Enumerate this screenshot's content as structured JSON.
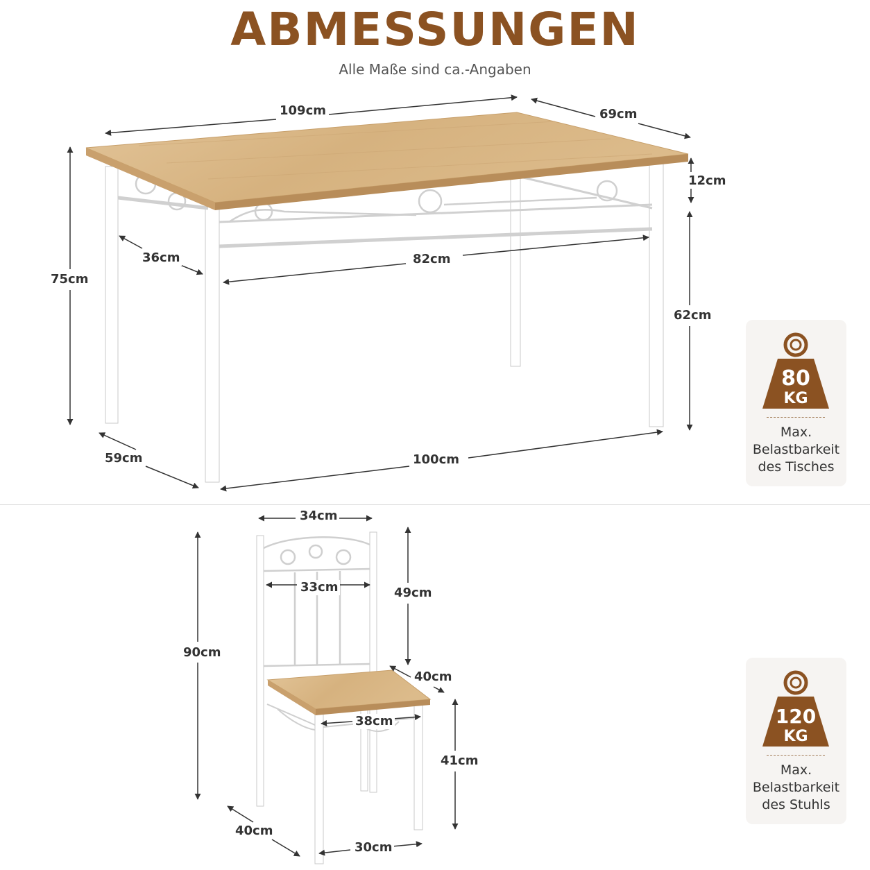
{
  "header": {
    "title": "ABMESSUNGEN",
    "subtitle": "Alle Maße sind ca.-Angaben"
  },
  "table_dims": {
    "width_top": "109cm",
    "depth_top": "69cm",
    "apron_height": "12cm",
    "total_height": "75cm",
    "leg_height": "62cm",
    "inner_depth": "36cm",
    "inner_width": "82cm",
    "base_depth": "59cm",
    "base_width": "100cm"
  },
  "chair_dims": {
    "back_width": "34cm",
    "back_inner_width": "33cm",
    "back_height": "49cm",
    "total_height": "90cm",
    "seat_depth": "40cm",
    "seat_width": "38cm",
    "seat_height": "41cm",
    "base_depth": "40cm",
    "base_width": "30cm"
  },
  "table_load": {
    "value": "80",
    "unit": "KG",
    "caption_lines": [
      "Max.",
      "Belastbarkeit",
      "des Tisches"
    ]
  },
  "chair_load": {
    "value": "120",
    "unit": "KG",
    "caption_lines": [
      "Max.",
      "Belastbarkeit",
      "des Stuhls"
    ]
  },
  "colors": {
    "title": "#8b5222",
    "weight_icon": "#8b5222",
    "wood_top": "#d9b88a",
    "frame": "#ffffff"
  }
}
